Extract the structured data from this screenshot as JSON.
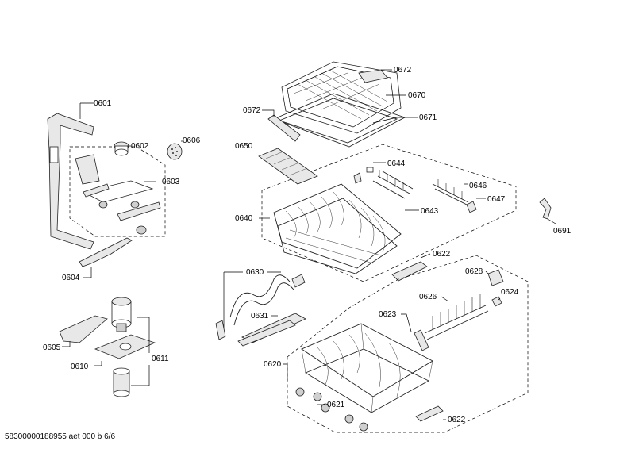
{
  "labels": {
    "p0601": "0601",
    "p0602": "0602",
    "p0603": "0603",
    "p0604": "0604",
    "p0605": "0605",
    "p0606": "0606",
    "p0610": "0610",
    "p0611": "0611",
    "p0620": "0620",
    "p0621": "0621",
    "p0622a": "0622",
    "p0622b": "0622",
    "p0623": "0623",
    "p0624": "0624",
    "p0626": "0626",
    "p0628": "0628",
    "p0630": "0630",
    "p0631": "0631",
    "p0640": "0640",
    "p0643": "0643",
    "p0644": "0644",
    "p0646": "0646",
    "p0647": "0647",
    "p0650": "0650",
    "p0670": "0670",
    "p0671": "0671",
    "p0672a": "0672",
    "p0672b": "0672",
    "p0691": "0691"
  },
  "footer": "58300000188955 aet 000 b 6/6"
}
